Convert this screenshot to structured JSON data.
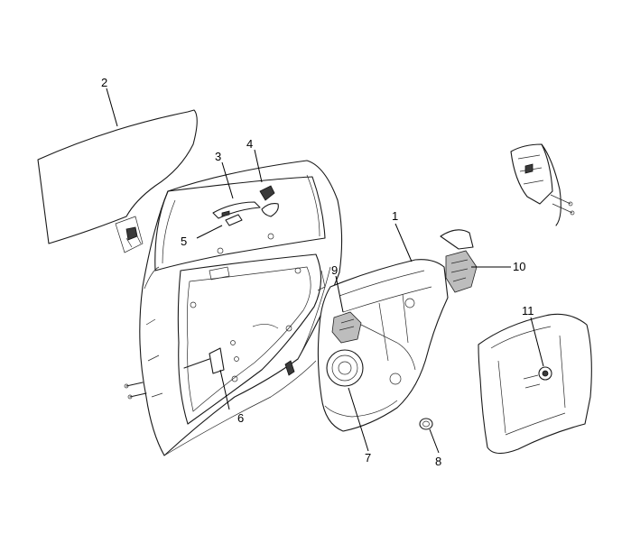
{
  "diagram": {
    "type": "exploded-parts-view",
    "callouts": [
      {
        "id": "1",
        "label": "1"
      },
      {
        "id": "2",
        "label": "2"
      },
      {
        "id": "3",
        "label": "3"
      },
      {
        "id": "4",
        "label": "4"
      },
      {
        "id": "5",
        "label": "5"
      },
      {
        "id": "6",
        "label": "6"
      },
      {
        "id": "7",
        "label": "7"
      },
      {
        "id": "8",
        "label": "8"
      },
      {
        "id": "9",
        "label": "9"
      },
      {
        "id": "10",
        "label": "10"
      },
      {
        "id": "11",
        "label": "11"
      }
    ],
    "colors": {
      "line": "#1a1a1a",
      "background": "#ffffff"
    }
  }
}
